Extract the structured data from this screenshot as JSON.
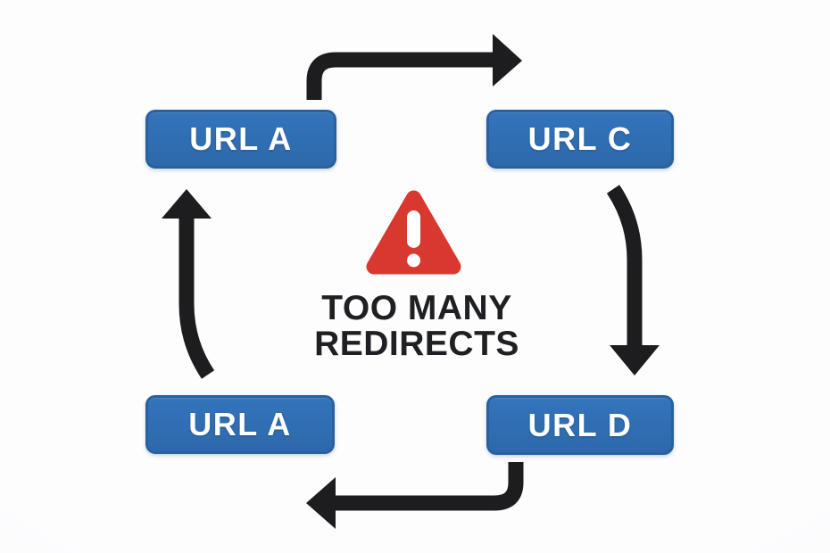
{
  "diagram": {
    "warning": {
      "icon": "warning-triangle-icon",
      "line1": "TOO MANY",
      "line2": "REDIRECTS"
    },
    "nodes": [
      {
        "position": "top-left",
        "label": "URL A"
      },
      {
        "position": "top-right",
        "label": "URL C"
      },
      {
        "position": "bottom-left",
        "label": "URL A"
      },
      {
        "position": "bottom-right",
        "label": "URL D"
      }
    ],
    "arrows": [
      {
        "name": "arrow-top",
        "from": "URL A (top-left)",
        "to": "URL C (top-right)",
        "direction": "right"
      },
      {
        "name": "arrow-right",
        "from": "URL C (top-right)",
        "to": "URL D (bottom-right)",
        "direction": "down"
      },
      {
        "name": "arrow-bottom",
        "from": "URL D (bottom-right)",
        "to": "URL A (bottom-left)",
        "direction": "left"
      },
      {
        "name": "arrow-left",
        "from": "URL A (bottom-left)",
        "to": "URL A (top-left)",
        "direction": "up"
      }
    ],
    "colors": {
      "background": "#fafbfc",
      "node_fill": "#2f6cb2",
      "node_border": "#27619f",
      "node_text": "#ffffff",
      "arrow": "#1d1d1f",
      "warning_red": "#d9382f",
      "warning_text": "#1e2023"
    }
  }
}
